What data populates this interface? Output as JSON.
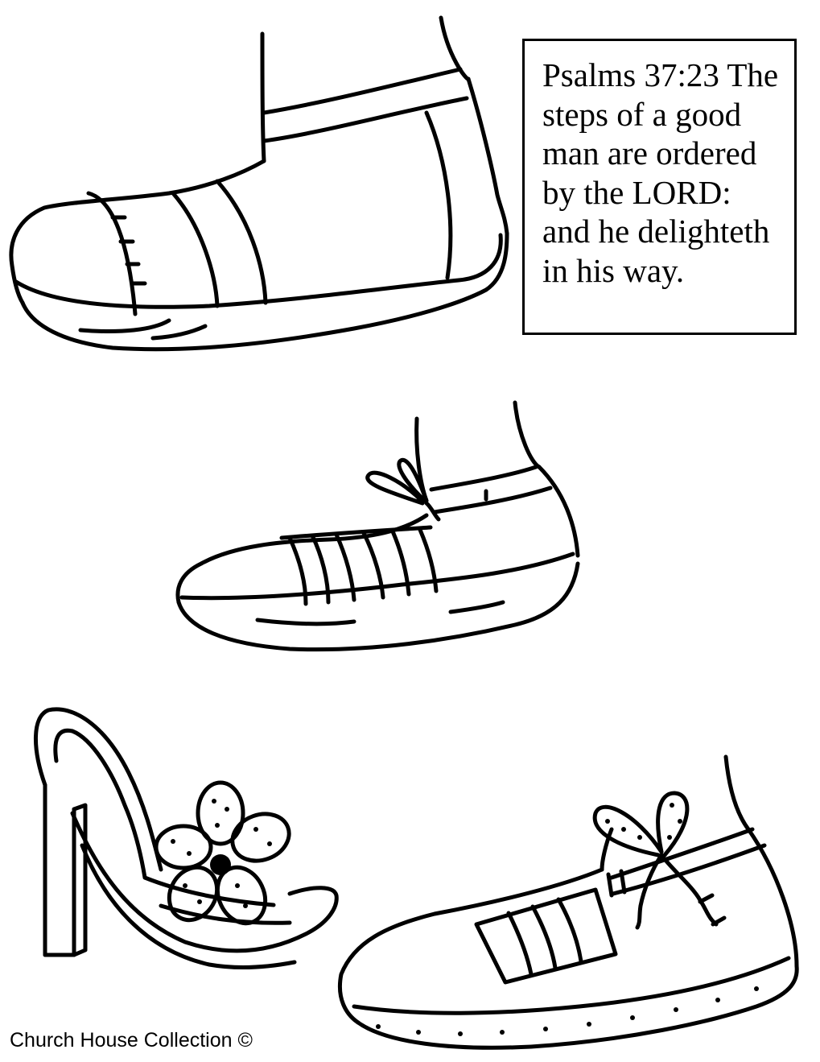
{
  "verse": {
    "text": "Psalms 37:23 The steps of a good man are ordered by the LORD: and he delighteth in his way."
  },
  "footer": {
    "text": "Church House Collection ©"
  },
  "colors": {
    "ink": "#000000",
    "paper": "#ffffff"
  },
  "illustrations": [
    "sneaker-top-left",
    "sneaker-middle",
    "high-heel-with-flower",
    "sneaker-with-bow"
  ]
}
